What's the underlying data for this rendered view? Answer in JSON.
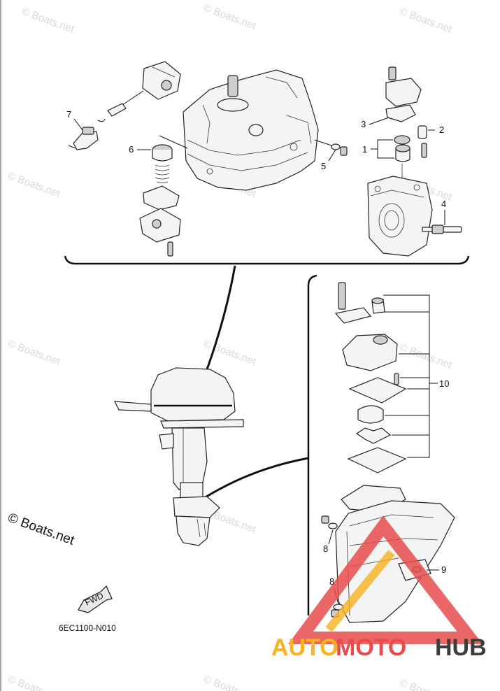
{
  "callouts": {
    "c1": "1",
    "c2": "2",
    "c3": "3",
    "c4": "4",
    "c5": "5",
    "c6": "6",
    "c7": "7",
    "c8a": "8",
    "c8b": "8",
    "c9": "9",
    "c10": "10"
  },
  "part_code": "6EC1100-N010",
  "copyright": "© Boats.net",
  "watermark": "© Boats.net",
  "fwd_label": "FWD",
  "logo": {
    "part1": "AUTO",
    "part2": "MOTO",
    "part3": "HUB"
  },
  "colors": {
    "logo_yellow": "#f7b320",
    "logo_red": "#e84b4b",
    "logo_dark": "#3c3c3c",
    "watermark": "#d9d9d9"
  }
}
